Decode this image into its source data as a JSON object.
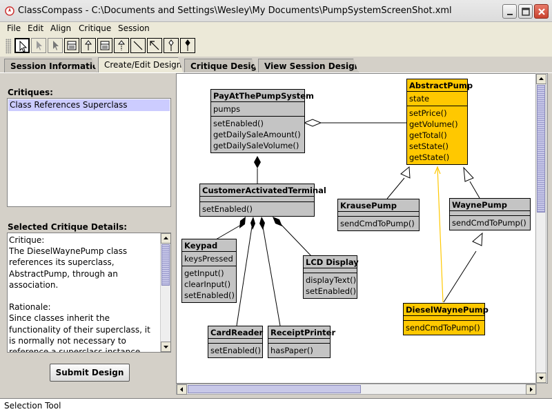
{
  "window": {
    "title": "ClassCompass - C:\\Documents and Settings\\Wesley\\My Documents\\PumpSystemScreenShot.xml"
  },
  "menu": [
    "File",
    "Edit",
    "Align",
    "Critique",
    "Session"
  ],
  "toolbar": {
    "tools": [
      "selection-tool",
      "disabled-arrow",
      "disabled-arrow",
      "class-tool",
      "generalization-tool",
      "class-tool",
      "generalization-tool",
      "association-tool",
      "directed-association-tool",
      "aggregation-tool",
      "composition-tool"
    ]
  },
  "tabs": [
    "Session Information",
    "Create/Edit Design",
    "Critique Design",
    "View Session Designs"
  ],
  "active_tab": "Create/Edit Design",
  "critiques": {
    "label": "Critiques:",
    "items": [
      "Class References Superclass"
    ]
  },
  "details": {
    "label": "Selected Critique Details:",
    "text": "Critique:\nThe DieselWaynePump class references its superclass, AbstractPump, through an association.\n\nRationale:\nSince classes inherit the functionality of their superclass, it is normally not necessary to reference a superclass instance (unless you are using an aggregation to implement the"
  },
  "submit_label": "Submit Design",
  "status_text": "Selection Tool",
  "highlight_color": "#ffc800",
  "classes": {
    "payatthepump": {
      "name": "PayAtThePumpSystem",
      "attrs": [
        "pumps"
      ],
      "ops": [
        "setEnabled()",
        "getDailySaleAmount()",
        "getDailySaleVolume()"
      ]
    },
    "abstractpump": {
      "name": "AbstractPump",
      "attrs": [
        "state"
      ],
      "ops": [
        "setPrice()",
        "getVolume()",
        "getTotal()",
        "setState()",
        "getState()"
      ]
    },
    "terminal": {
      "name": "CustomerActivatedTerminal",
      "attrs": [],
      "ops": [
        "setEnabled()"
      ]
    },
    "krause": {
      "name": "KrausePump",
      "attrs": [],
      "ops": [
        "sendCmdToPump()"
      ]
    },
    "wayne": {
      "name": "WaynePump",
      "attrs": [],
      "ops": [
        "sendCmdToPump()"
      ]
    },
    "keypad": {
      "name": "Keypad",
      "attrs": [
        "keysPressed"
      ],
      "ops": [
        "getInput()",
        "clearInput()",
        "setEnabled()"
      ]
    },
    "lcd": {
      "name": "LCD Display",
      "attrs": [],
      "ops": [
        "displayText()",
        "setEnabled()"
      ]
    },
    "diesel": {
      "name": "DieselWaynePump",
      "attrs": [],
      "ops": [
        "sendCmdToPump()"
      ]
    },
    "cardreader": {
      "name": "CardReader",
      "attrs": [],
      "ops": [
        "setEnabled()"
      ]
    },
    "printer": {
      "name": "ReceiptPrinter",
      "attrs": [],
      "ops": [
        "hasPaper()"
      ]
    }
  }
}
